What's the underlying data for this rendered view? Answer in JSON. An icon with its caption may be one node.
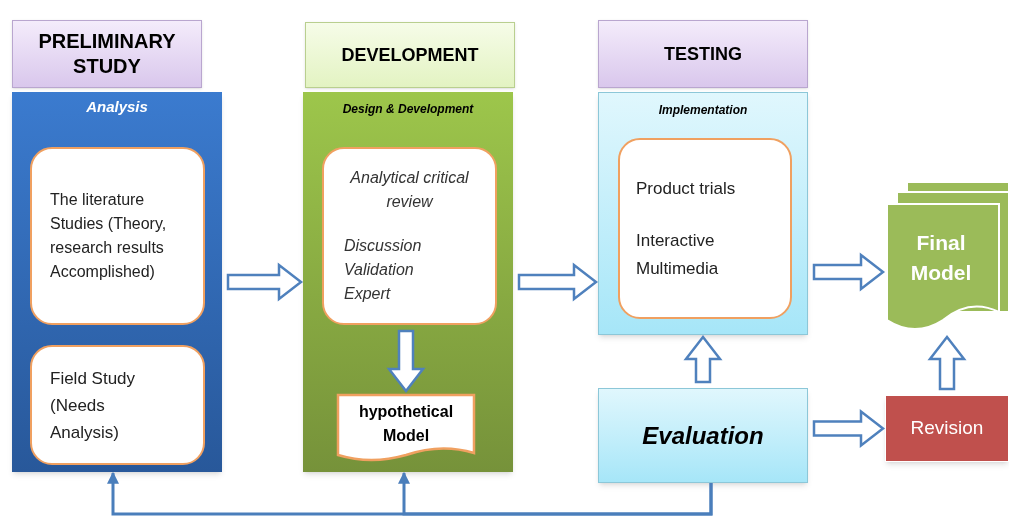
{
  "diagram": {
    "nodes": [
      {
        "text": [
          "PRELIMINARY STUDY"
        ]
      },
      {
        "text": [
          "Analysis"
        ]
      },
      {
        "text": [
          "The literature Studies (Theory, research results Accomplished)"
        ],
        "in": 1
      },
      {
        "text": [
          "Field Study (Needs Analysis)"
        ],
        "in": 1
      },
      {
        "text": [
          "DEVELOPMENT"
        ]
      },
      {
        "text": [
          "Design & Development"
        ]
      },
      {
        "text": [
          "Analytical critical review",
          "Discussion Validation Expert"
        ],
        "in": 5
      },
      {
        "text": [
          "hypothetical Model"
        ],
        "in": 5
      },
      {
        "text": [
          "TESTING"
        ]
      },
      {
        "text": [
          "Implementation"
        ]
      },
      {
        "text": [
          "Product trials",
          "Interactive Multimedia"
        ],
        "in": 9
      },
      {
        "text": [
          "Evaluation"
        ]
      },
      {
        "text": [
          "Final Model"
        ]
      },
      {
        "text": [
          "Revision"
        ]
      }
    ],
    "edges": [
      {
        "from": 1,
        "to": 5,
        "arrow": "to"
      },
      {
        "from": 5,
        "to": 9,
        "arrow": "to"
      },
      {
        "from": 6,
        "to": 7,
        "arrow": "to"
      },
      {
        "from": 11,
        "to": 9,
        "arrow": "to"
      },
      {
        "from": 9,
        "to": 12,
        "arrow": "to"
      },
      {
        "from": 11,
        "to": 13,
        "arrow": "to"
      },
      {
        "from": 13,
        "to": 12,
        "arrow": "to"
      },
      {
        "from": 11,
        "to": 1,
        "arrow": "to"
      },
      {
        "from": 11,
        "to": 5,
        "arrow": "to"
      }
    ]
  }
}
